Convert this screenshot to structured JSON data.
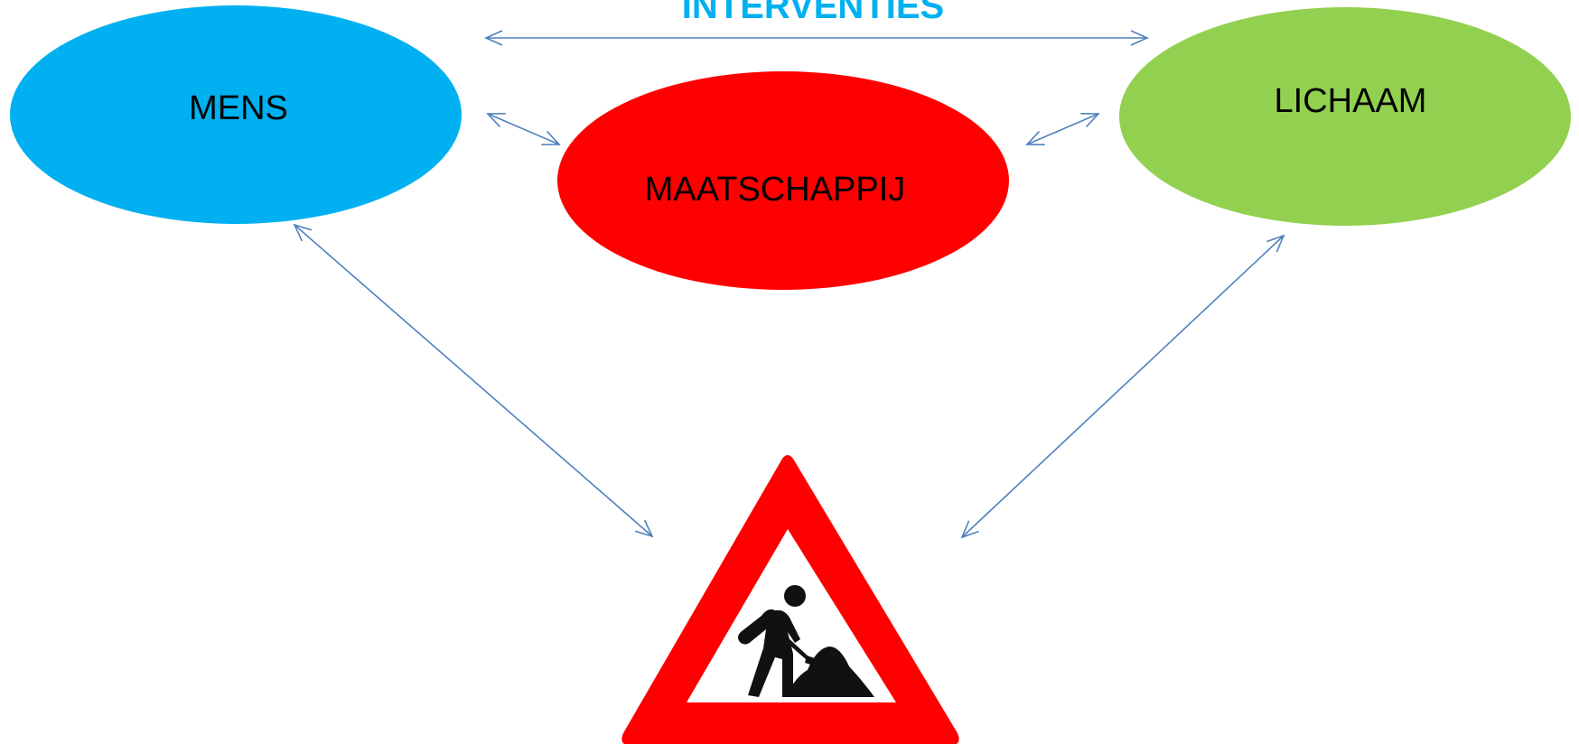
{
  "diagram": {
    "title": "INTERVENTIES",
    "nodes": {
      "mens": {
        "label": "MENS",
        "color": "#00b0f0"
      },
      "maatschappij": {
        "label": "MAATSCHAPPIJ",
        "color": "#ff0000"
      },
      "lichaam": {
        "label": "LICHAAM",
        "color": "#92d050"
      }
    },
    "warning_sign": {
      "icon": "road-works-warning-sign",
      "border_color": "#ff0000"
    },
    "colors": {
      "title": "#00b0f0",
      "connector": "#4f81bd"
    }
  }
}
